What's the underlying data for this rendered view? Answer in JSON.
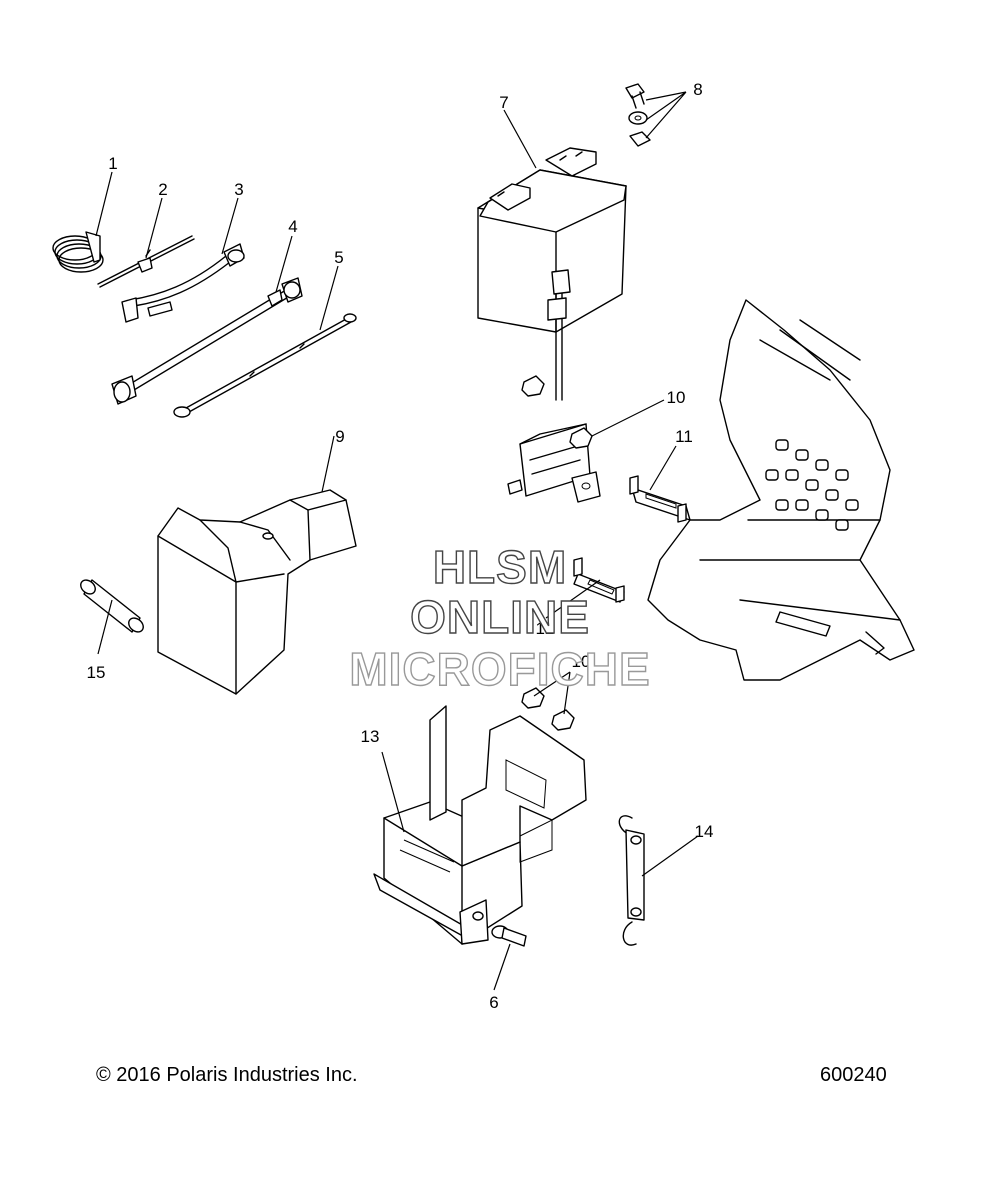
{
  "callouts": {
    "c1": "1",
    "c2": "2",
    "c3": "3",
    "c4": "4",
    "c5": "5",
    "c6": "6",
    "c7": "7",
    "c8": "8",
    "c9": "9",
    "c10a": "10",
    "c10b": "10",
    "c11": "11",
    "c12": "12",
    "c13": "13",
    "c14": "14",
    "c15": "15"
  },
  "watermark": {
    "line1": "HLSM",
    "line2": "ONLINE",
    "line3": "MICROFICHE"
  },
  "footer": {
    "copyright": "© 2016 Polaris Industries Inc.",
    "figure_number": "600240"
  }
}
